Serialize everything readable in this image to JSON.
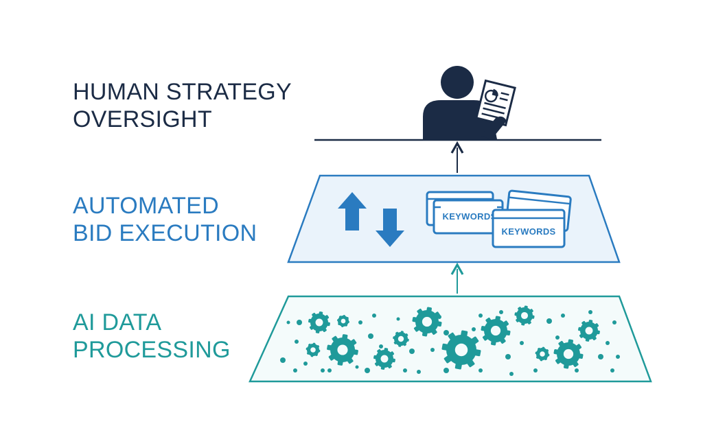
{
  "layers": {
    "human": {
      "line1": "HUMAN STRATEGY",
      "line2": "OVERSIGHT",
      "color": "#1b2b45"
    },
    "bid": {
      "line1": "AUTOMATED",
      "line2": "BID EXECUTION",
      "color": "#2a7bc0",
      "card_back": "KEYWORDS",
      "card_front": "KEYWORDS"
    },
    "ai": {
      "line1": "AI DATA",
      "line2": "PROCESSING",
      "color": "#1f9a9a"
    }
  },
  "icons": [
    "person-with-report-icon",
    "up-down-arrows-icon",
    "keyword-cards-icon",
    "gears-icon",
    "arrow-up-icon"
  ]
}
